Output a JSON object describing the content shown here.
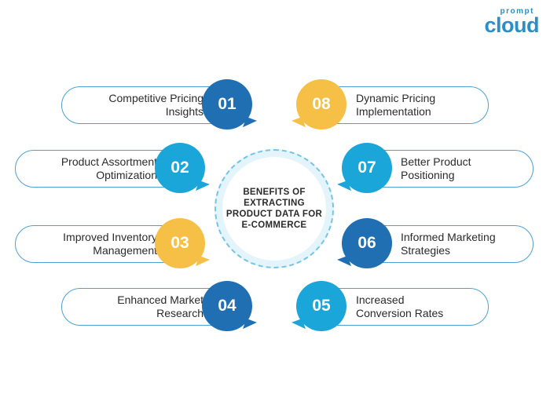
{
  "logo": {
    "small": "prompt",
    "big": "cloud"
  },
  "center": {
    "title_lines": [
      "BENEFITS OF",
      "EXTRACTING",
      "PRODUCT DATA FOR",
      "E-COMMERCE"
    ]
  },
  "items": [
    {
      "number": "01",
      "line1": "Competitive Pricing",
      "line2": "Insights",
      "color": "#1f6fb2"
    },
    {
      "number": "02",
      "line1": "Product Assortment",
      "line2": "Optimization",
      "color": "#1aa6d9"
    },
    {
      "number": "03",
      "line1": "Improved Inventory",
      "line2": "Management",
      "color": "#f6c046"
    },
    {
      "number": "04",
      "line1": "Enhanced Market",
      "line2": "Research",
      "color": "#1f6fb2"
    },
    {
      "number": "05",
      "line1": "Increased",
      "line2": "Conversion Rates",
      "color": "#1aa6d9"
    },
    {
      "number": "06",
      "line1": "Informed Marketing",
      "line2": "Strategies",
      "color": "#1f6fb2"
    },
    {
      "number": "07",
      "line1": "Better Product",
      "line2": "Positioning",
      "color": "#1aa6d9"
    },
    {
      "number": "08",
      "line1": "Dynamic Pricing",
      "line2": "Implementation",
      "color": "#f6c046"
    }
  ]
}
